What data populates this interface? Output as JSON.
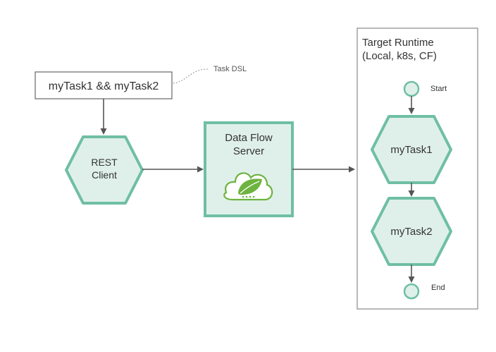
{
  "dsl_box": {
    "text": "myTask1 && myTask2"
  },
  "dsl_annotation": "Task DSL",
  "rest_client": {
    "line1": "REST",
    "line2": "Client"
  },
  "server": {
    "line1": "Data Flow",
    "line2": "Server"
  },
  "runtime": {
    "title_line1": "Target Runtime",
    "title_line2": "(Local, k8s, CF)",
    "start_label": "Start",
    "end_label": "End",
    "tasks": [
      "myTask1",
      "myTask2"
    ]
  },
  "colors": {
    "accent_border": "#6fbfa3",
    "accent_fill": "#dff0ea",
    "arrow": "#555555",
    "text": "#333333",
    "spring_green": "#6db33f"
  }
}
